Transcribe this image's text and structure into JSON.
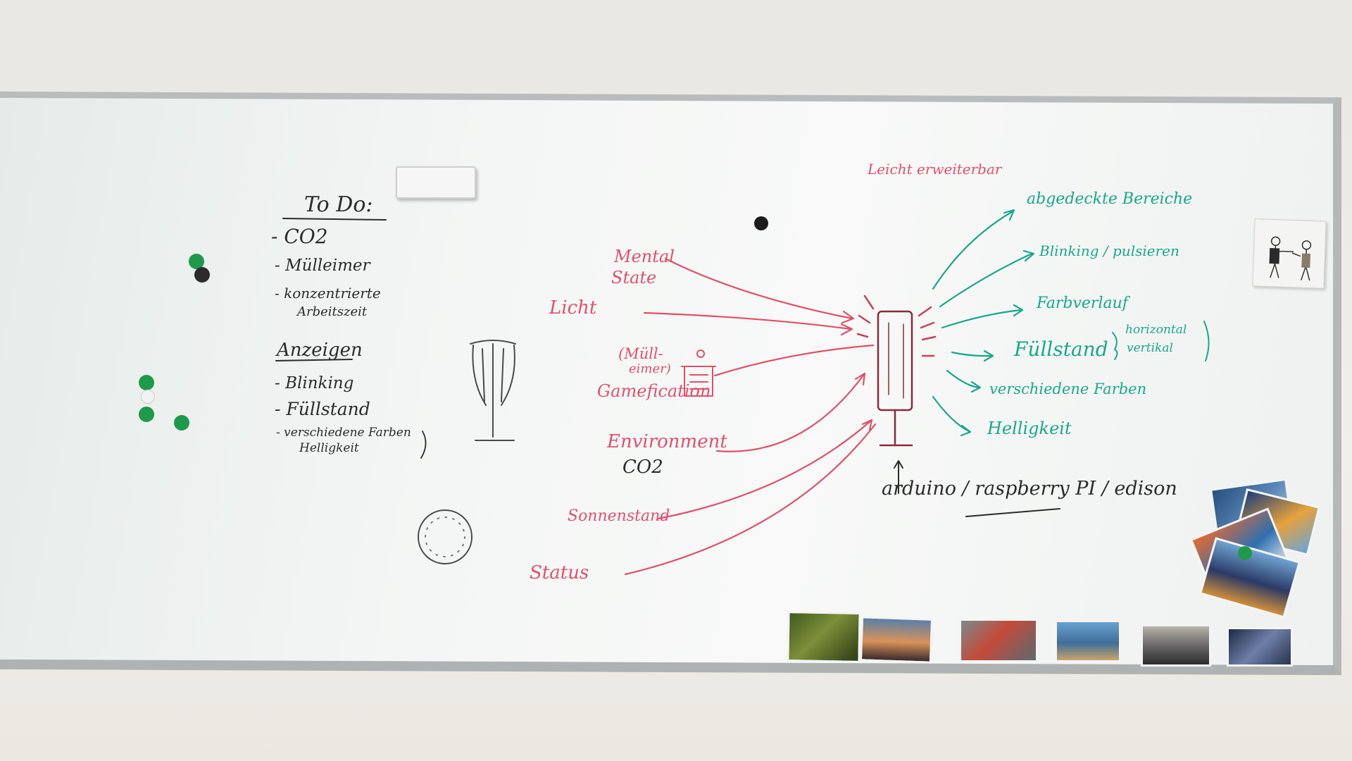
{
  "todo": {
    "title": "To Do:",
    "items": [
      "- CO2",
      "- Mülleimer",
      "- konzentrierte",
      "Arbeitszeit"
    ]
  },
  "anzeigen": {
    "title": "Anzeigen",
    "items": [
      "- Blinking",
      "- Füllstand",
      "- verschiedene Farben",
      "Helligkeit"
    ]
  },
  "inputs": {
    "mental_1": "Mental",
    "mental_2": "State",
    "licht": "Licht",
    "muell": "(Müll-",
    "eimer": "eimer)",
    "gamification": "Gamefication",
    "environment": "Environment",
    "co2": "CO2",
    "sonnenstand": "Sonnenstand",
    "status": "Status"
  },
  "header_note": "Leicht erweiterbar",
  "outputs": {
    "bereiche": "abgedeckte Bereiche",
    "blinking": "Blinking / pulsieren",
    "farbverlauf": "Farbverlauf",
    "fuellstand": "Füllstand",
    "horizontal": "horizontal",
    "vertikal": "vertikal",
    "farben": "verschiedene Farben",
    "helligkeit": "Helligkeit"
  },
  "hardware": "arduino / raspberry PI / edison",
  "colors": {
    "red_marker": "#e0506a",
    "green_marker": "#17a889",
    "black_marker": "#2b2b2b"
  }
}
